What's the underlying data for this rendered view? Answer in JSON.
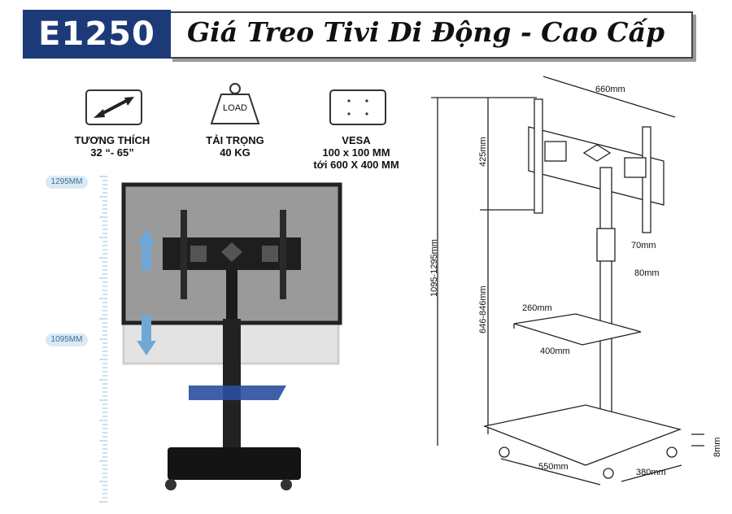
{
  "header": {
    "model": "E1250",
    "title": "Giá Treo Tivi Di Động - Cao Cấp"
  },
  "specs": [
    {
      "icon": "resize-arrows-icon",
      "line1": "TƯƠNG THÍCH",
      "line2": "32 “- 65”",
      "line3": ""
    },
    {
      "icon": "load-weight-icon",
      "icon_text": "LOAD",
      "line1": "TẢI TRỌNG",
      "line2": "40 KG",
      "line3": ""
    },
    {
      "icon": "vesa-holes-icon",
      "line1": "VESA",
      "line2": "100 x 100 MM",
      "line3": "tới 600 X 400 MM"
    }
  ],
  "ruler": {
    "top_label": "1295MM",
    "bottom_label": "1095MM"
  },
  "dimensions": {
    "width_top": "660mm",
    "mount_height": "425mm",
    "total_height": "1095-1295mm",
    "lower_height": "646-846mm",
    "pole_a": "70mm",
    "pole_b": "80mm",
    "shelf_depth": "260mm",
    "shelf_width": "400mm",
    "base_width": "550mm",
    "base_depth": "380mm",
    "base_thickness": "8mm"
  },
  "colors": {
    "badge": "#1d3a78",
    "arrow": "#6fa8d6",
    "shelf_glass": "#2a4fa0"
  }
}
